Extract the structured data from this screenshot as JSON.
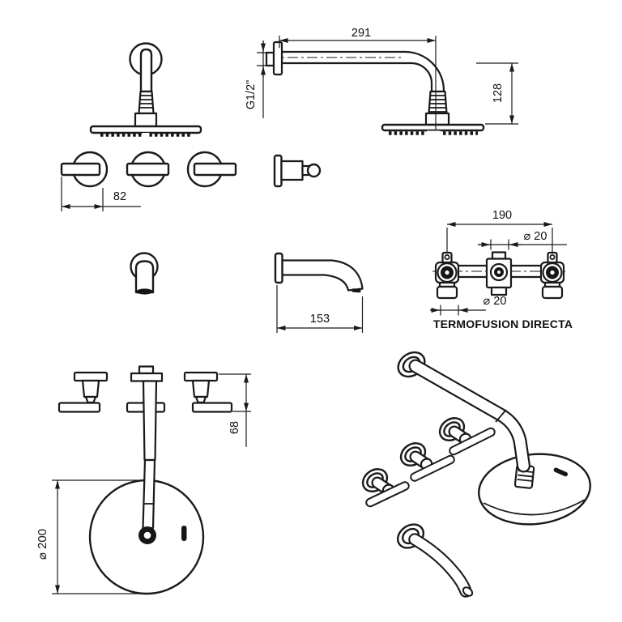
{
  "colors": {
    "background": "#ffffff",
    "ink": "#1a1a1a"
  },
  "labels": {
    "arm_length": "291",
    "arm_drop": "128",
    "thread_size": "G1/2\"",
    "handle_spacing": "82",
    "spout_length": "153",
    "body_width": "190",
    "pipe_diameter_top": "⌀ 20",
    "pipe_diameter_bottom": "⌀ 20",
    "installation_method": "TERMOFUSION DIRECTA",
    "handle_projection": "68",
    "head_diameter": "⌀ 200"
  }
}
